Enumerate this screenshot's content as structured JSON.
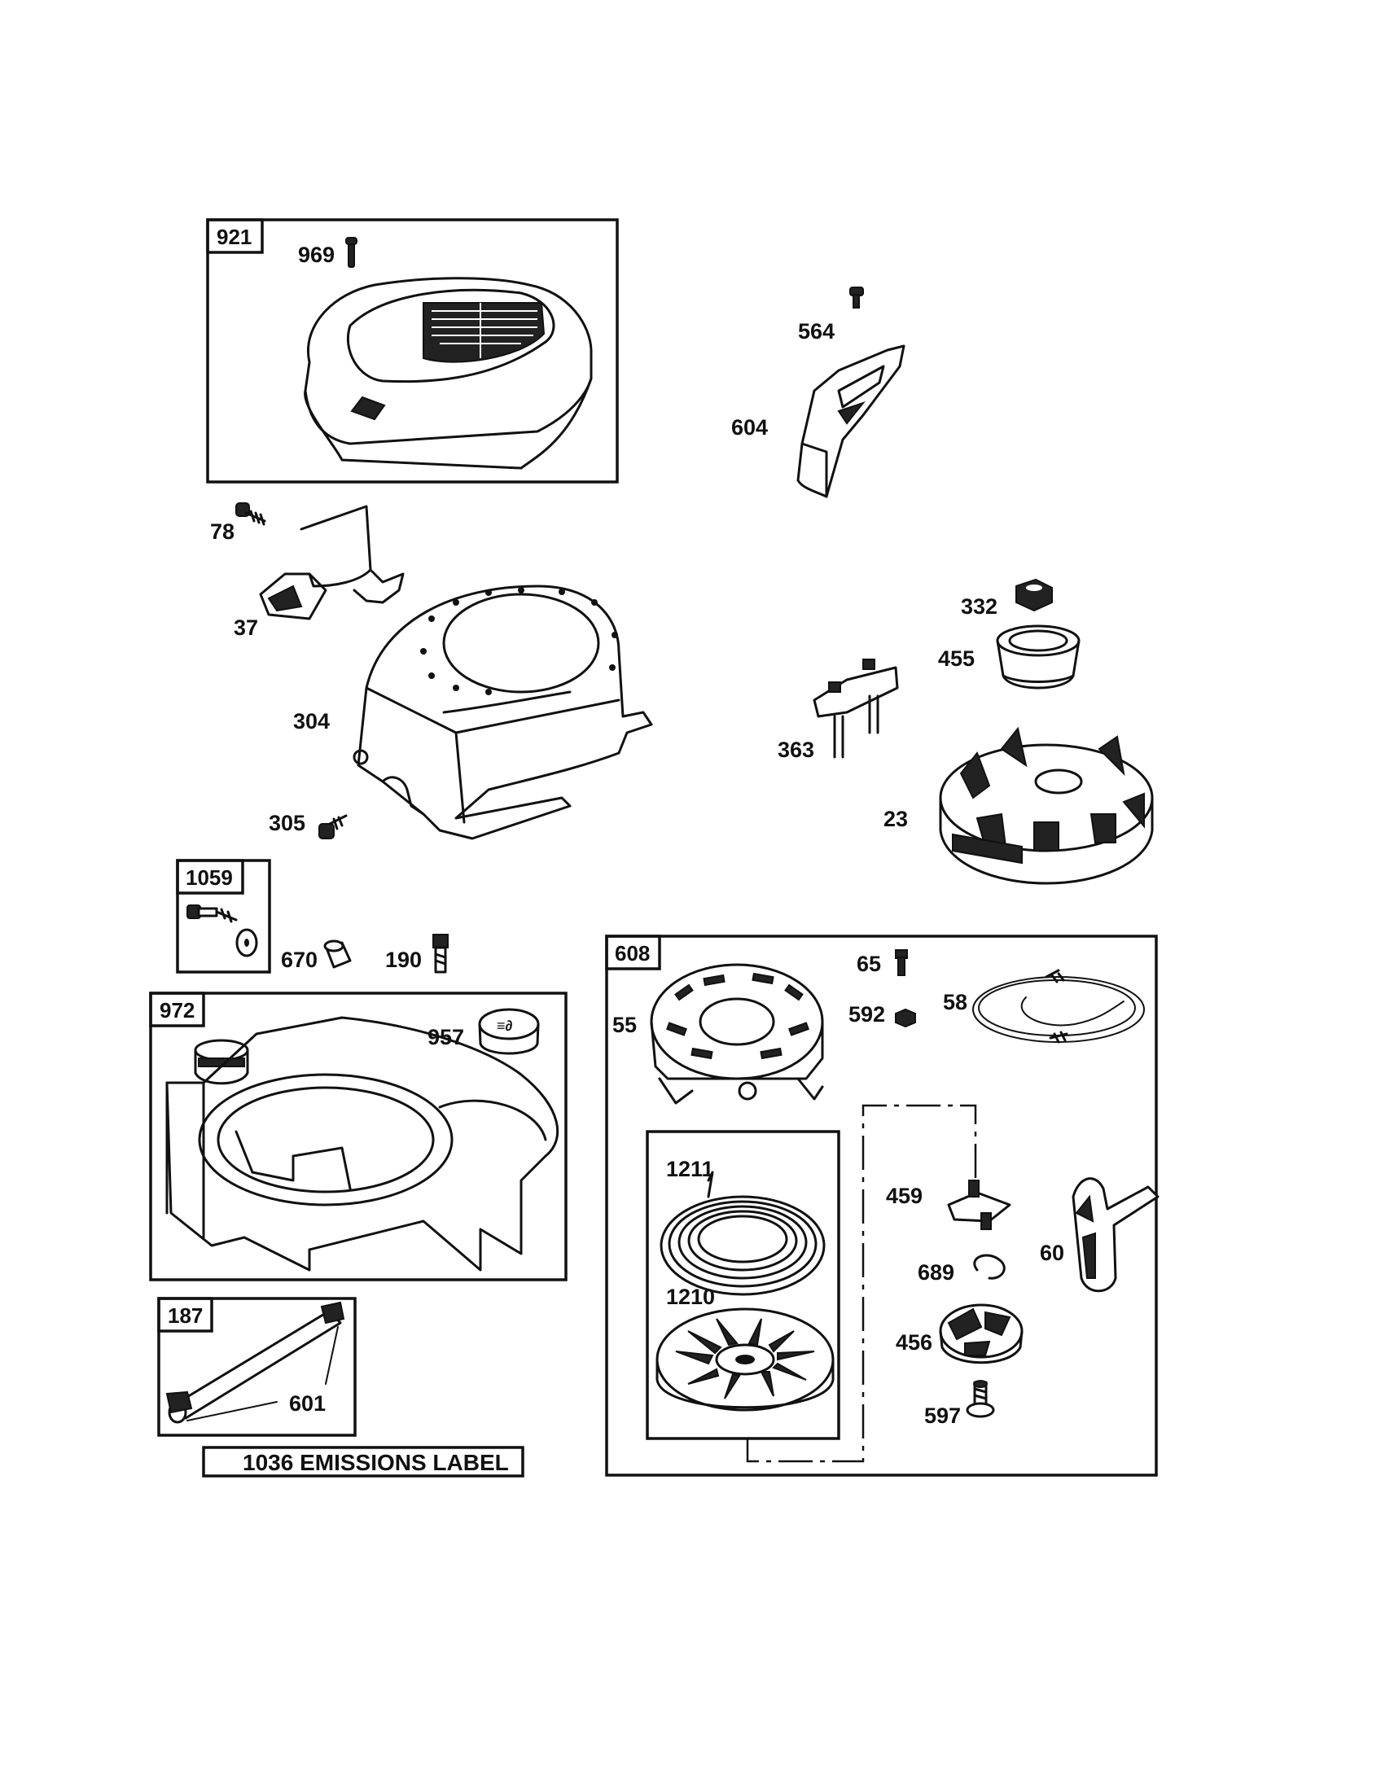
{
  "groups": {
    "g921": "921",
    "g1059": "1059",
    "g972": "972",
    "g187": "187",
    "g608": "608"
  },
  "parts": {
    "p969": "969",
    "p564": "564",
    "p604": "604",
    "p78": "78",
    "p37": "37",
    "p304": "304",
    "p305": "305",
    "p332": "332",
    "p455": "455",
    "p363": "363",
    "p23": "23",
    "p670": "670",
    "p190": "190",
    "p957": "957",
    "p601": "601",
    "p65": "65",
    "p55": "55",
    "p592": "592",
    "p58": "58",
    "p1211": "1211",
    "p1210": "1210",
    "p459": "459",
    "p689": "689",
    "p60": "60",
    "p456": "456",
    "p597": "597"
  },
  "emissions_label": "1036 EMISSIONS LABEL"
}
